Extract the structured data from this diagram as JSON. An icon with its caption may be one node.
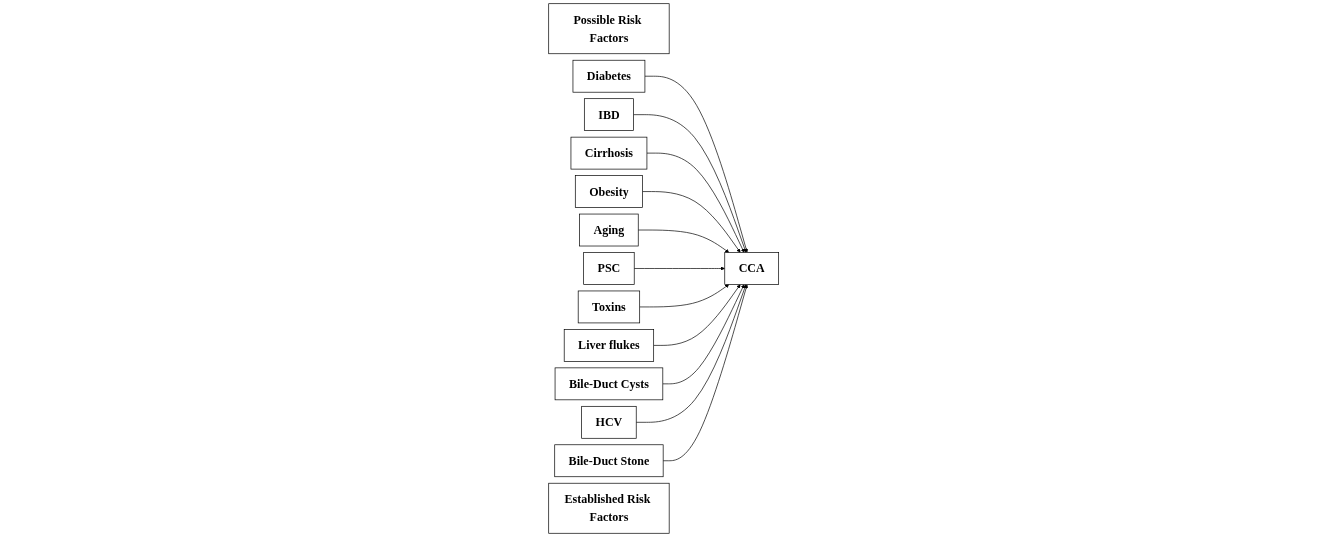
{
  "diagram": {
    "nodes": [
      {
        "text": [
          "Possible Risk Factors"
        ]
      },
      {
        "text": [
          "Diabetes"
        ]
      },
      {
        "text": [
          "IBD"
        ]
      },
      {
        "text": [
          "Cirrhosis"
        ]
      },
      {
        "text": [
          "Obesity"
        ]
      },
      {
        "text": [
          "Aging"
        ]
      },
      {
        "text": [
          "CCA"
        ]
      },
      {
        "text": [
          "PSC"
        ]
      },
      {
        "text": [
          "Toxins"
        ]
      },
      {
        "text": [
          "Liver flukes"
        ]
      },
      {
        "text": [
          "Bile-Duct Cysts"
        ]
      },
      {
        "text": [
          "HCV"
        ]
      },
      {
        "text": [
          "Bile-Duct Stone"
        ]
      },
      {
        "text": [
          "Established Risk Factors"
        ]
      }
    ],
    "edges": [
      {
        "from": 1,
        "to": 6,
        "arrow": "to"
      },
      {
        "from": 2,
        "to": 6,
        "arrow": "to"
      },
      {
        "from": 3,
        "to": 6,
        "arrow": "to"
      },
      {
        "from": 4,
        "to": 6,
        "arrow": "to"
      },
      {
        "from": 5,
        "to": 6,
        "arrow": "to"
      },
      {
        "from": 7,
        "to": 6,
        "arrow": "to"
      },
      {
        "from": 8,
        "to": 6,
        "arrow": "to"
      },
      {
        "from": 9,
        "to": 6,
        "arrow": "to"
      },
      {
        "from": 10,
        "to": 6,
        "arrow": "to"
      },
      {
        "from": 11,
        "to": 6,
        "arrow": "to"
      },
      {
        "from": 12,
        "to": 6,
        "arrow": "to"
      }
    ]
  }
}
